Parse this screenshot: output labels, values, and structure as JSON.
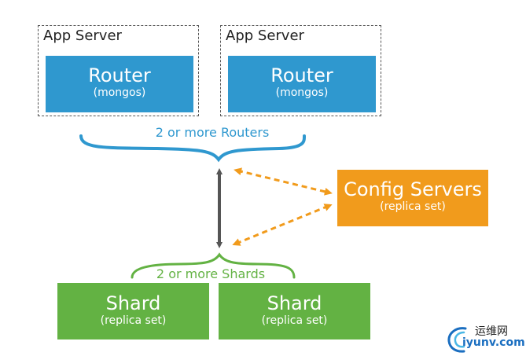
{
  "app_servers": [
    {
      "label": "App Server",
      "router": {
        "title": "Router",
        "subtitle": "(mongos)"
      }
    },
    {
      "label": "App Server",
      "router": {
        "title": "Router",
        "subtitle": "(mongos)"
      }
    }
  ],
  "routers_caption": "2 or more Routers",
  "config": {
    "title": "Config Servers",
    "subtitle": "(replica set)"
  },
  "shards_caption": "2 or more Shards",
  "shards": [
    {
      "title": "Shard",
      "subtitle": "(replica set)"
    },
    {
      "title": "Shard",
      "subtitle": "(replica set)"
    }
  ],
  "watermark": {
    "cn": "运维网",
    "url": "iyunv.com"
  },
  "colors": {
    "router": "#2f98cf",
    "config": "#f19b1c",
    "shard": "#63b243",
    "arrow": "#555555",
    "border": "#555555"
  }
}
